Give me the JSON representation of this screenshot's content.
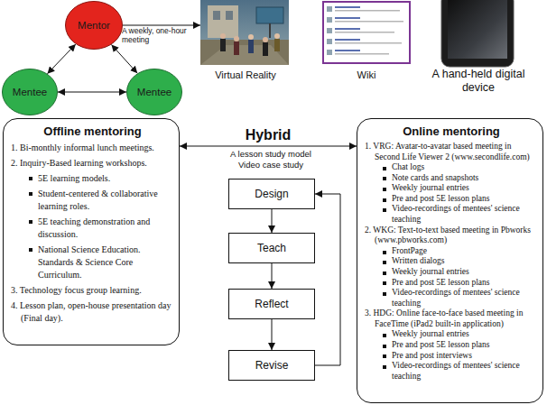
{
  "diagram": {
    "nodes": [
      {
        "text": [
          "Mentor"
        ]
      },
      {
        "text": [
          "Mentee"
        ]
      },
      {
        "text": [
          "Mentee"
        ]
      },
      {
        "text": [
          "Virtual Reality"
        ]
      },
      {
        "text": [
          "Wiki"
        ]
      },
      {
        "text": [
          "A hand-held digital device"
        ]
      },
      {
        "text": [
          "Offline mentoring",
          "1. Bi-monthly informal lunch meetings.",
          "2. Inquiry-Based learning workshops.",
          "5E learning models.",
          "Student-centered & collaborative learning roles.",
          "5E teaching demonstration and discussion.",
          "National Science Education. Standards & Science Core Curriculum.",
          "3. Technology focus group learning.",
          "4. Lesson plan, open-house presentation day (Final day)."
        ]
      },
      {
        "text": [
          "Design"
        ]
      },
      {
        "text": [
          "Teach"
        ]
      },
      {
        "text": [
          "Reflect"
        ]
      },
      {
        "text": [
          "Revise"
        ]
      },
      {
        "text": [
          "Online mentoring",
          "1. VRG: Avatar-to-avatar based meeting in Second Life Viewer 2 (www.secondlife.com)",
          "Chat logs",
          "Note cards and snapshots",
          "Weekly journal entries",
          "Pre and post 5E lesson plans",
          "Video-recordings of mentees' science teaching",
          "2. WKG: Text-to-text based meeting in Pbworks (www.pbworks.com)",
          "FrontPage",
          "Written dialogs",
          "Weekly journal entries",
          "Pre and post 5E lesson plans",
          "Video-recordings of mentees' science teaching",
          "3. HDG: Online face-to-face based meeting in FaceTime (iPad2 built-in application)",
          "Weekly journal entries",
          "Pre and post 5E lesson plans",
          "Pre and post interviews",
          "Video-recordings of mentees' science teaching"
        ]
      }
    ],
    "edges": [
      {
        "from": 0,
        "to": 1,
        "arrow": "both"
      },
      {
        "from": 0,
        "to": 2,
        "arrow": "both"
      },
      {
        "from": 1,
        "to": 2,
        "arrow": "both"
      },
      {
        "from": 0,
        "to": 3,
        "label": "A weekly, one-hour meeting",
        "arrow": "to"
      },
      {
        "from": 6,
        "to": 11,
        "label": "Hybrid",
        "arrow": "both"
      },
      {
        "from": 7,
        "to": 8,
        "arrow": "to"
      },
      {
        "from": 8,
        "to": 9,
        "arrow": "to"
      },
      {
        "from": 9,
        "to": 10,
        "arrow": "to"
      },
      {
        "from": 10,
        "to": 7,
        "arrow": "to"
      }
    ],
    "labels": [
      "A lesson study model",
      "Video case study"
    ]
  }
}
